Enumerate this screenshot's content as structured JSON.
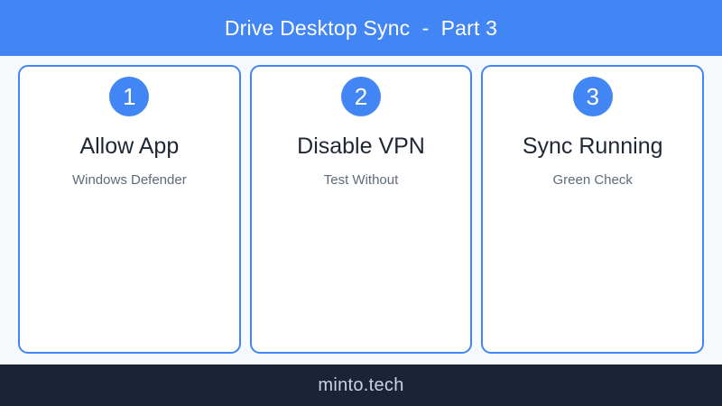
{
  "colors": {
    "header_blue": "#4285f4",
    "page_background": "#f7fafd",
    "card_background": "#ffffff",
    "card_border": "#4285f4",
    "badge_blue": "#4285f4",
    "title_text": "#1f2735",
    "subtitle_text": "#5f6b7a",
    "footer_background": "#1b2336",
    "footer_text": "#c8d4e4"
  },
  "header": {
    "title": "Drive Desktop Sync  -  Part 3"
  },
  "cards": [
    {
      "badge": "1",
      "title": "Allow App",
      "subtitle": "Windows Defender"
    },
    {
      "badge": "2",
      "title": "Disable VPN",
      "subtitle": "Test Without"
    },
    {
      "badge": "3",
      "title": "Sync Running",
      "subtitle": "Green Check"
    }
  ],
  "footer": {
    "brand": "minto.tech"
  }
}
